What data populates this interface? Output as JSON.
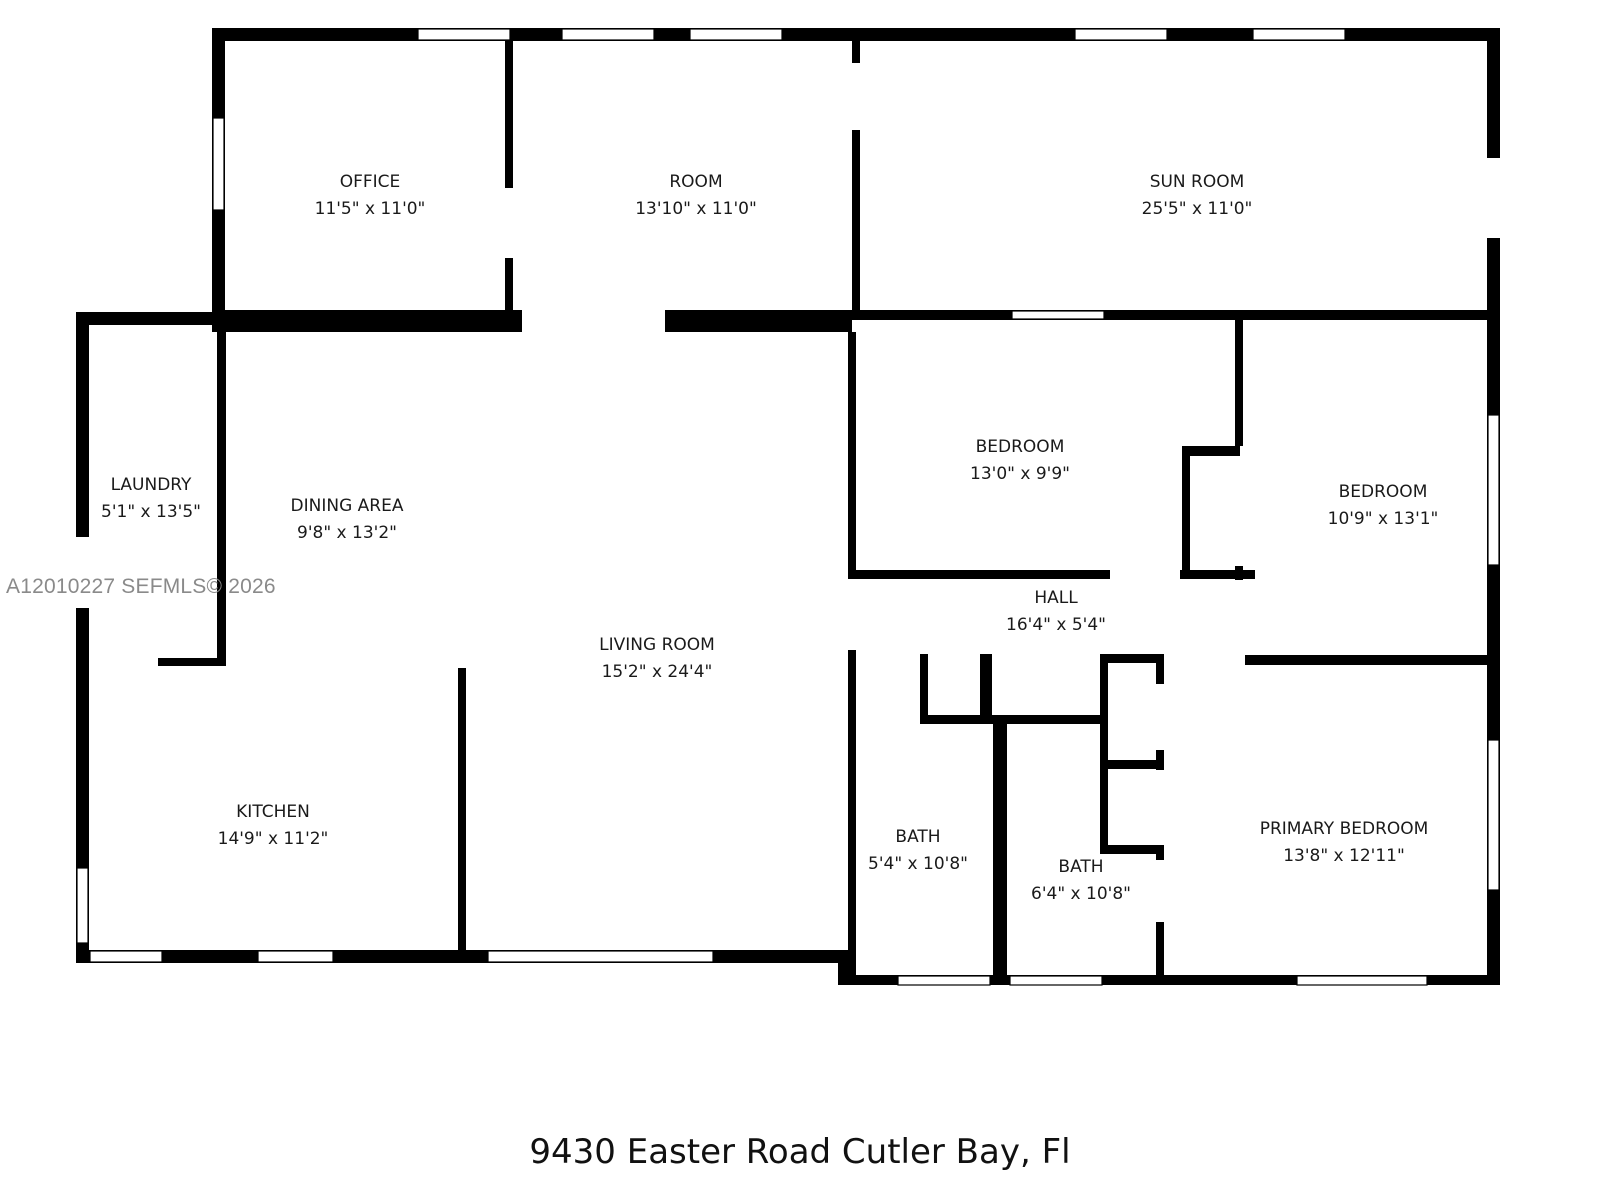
{
  "plan": {
    "address": "9430 Easter Road Cutler Bay, Fl",
    "watermark": "A12010227  SEFMLS© 2026",
    "colors": {
      "wall": "#000000",
      "background": "#ffffff",
      "text": "#1a1a1a",
      "watermark": "#8a8a8a"
    },
    "rooms": [
      {
        "name": "OFFICE",
        "dims": "11'5\" x 11'0\""
      },
      {
        "name": "ROOM",
        "dims": "13'10\" x 11'0\""
      },
      {
        "name": "SUN ROOM",
        "dims": "25'5\" x 11'0\""
      },
      {
        "name": "LAUNDRY",
        "dims": "5'1\" x 13'5\""
      },
      {
        "name": "DINING AREA",
        "dims": "9'8\" x 13'2\""
      },
      {
        "name": "BEDROOM",
        "dims": "13'0\" x 9'9\""
      },
      {
        "name": "BEDROOM",
        "dims": "10'9\" x 13'1\""
      },
      {
        "name": "HALL",
        "dims": "16'4\" x 5'4\""
      },
      {
        "name": "LIVING ROOM",
        "dims": "15'2\" x 24'4\""
      },
      {
        "name": "KITCHEN",
        "dims": "14'9\" x 11'2\""
      },
      {
        "name": "BATH",
        "dims": "5'4\" x 10'8\""
      },
      {
        "name": "BATH",
        "dims": "6'4\" x 10'8\""
      },
      {
        "name": "PRIMARY BEDROOM",
        "dims": "13'8\" x 12'11\""
      }
    ]
  }
}
